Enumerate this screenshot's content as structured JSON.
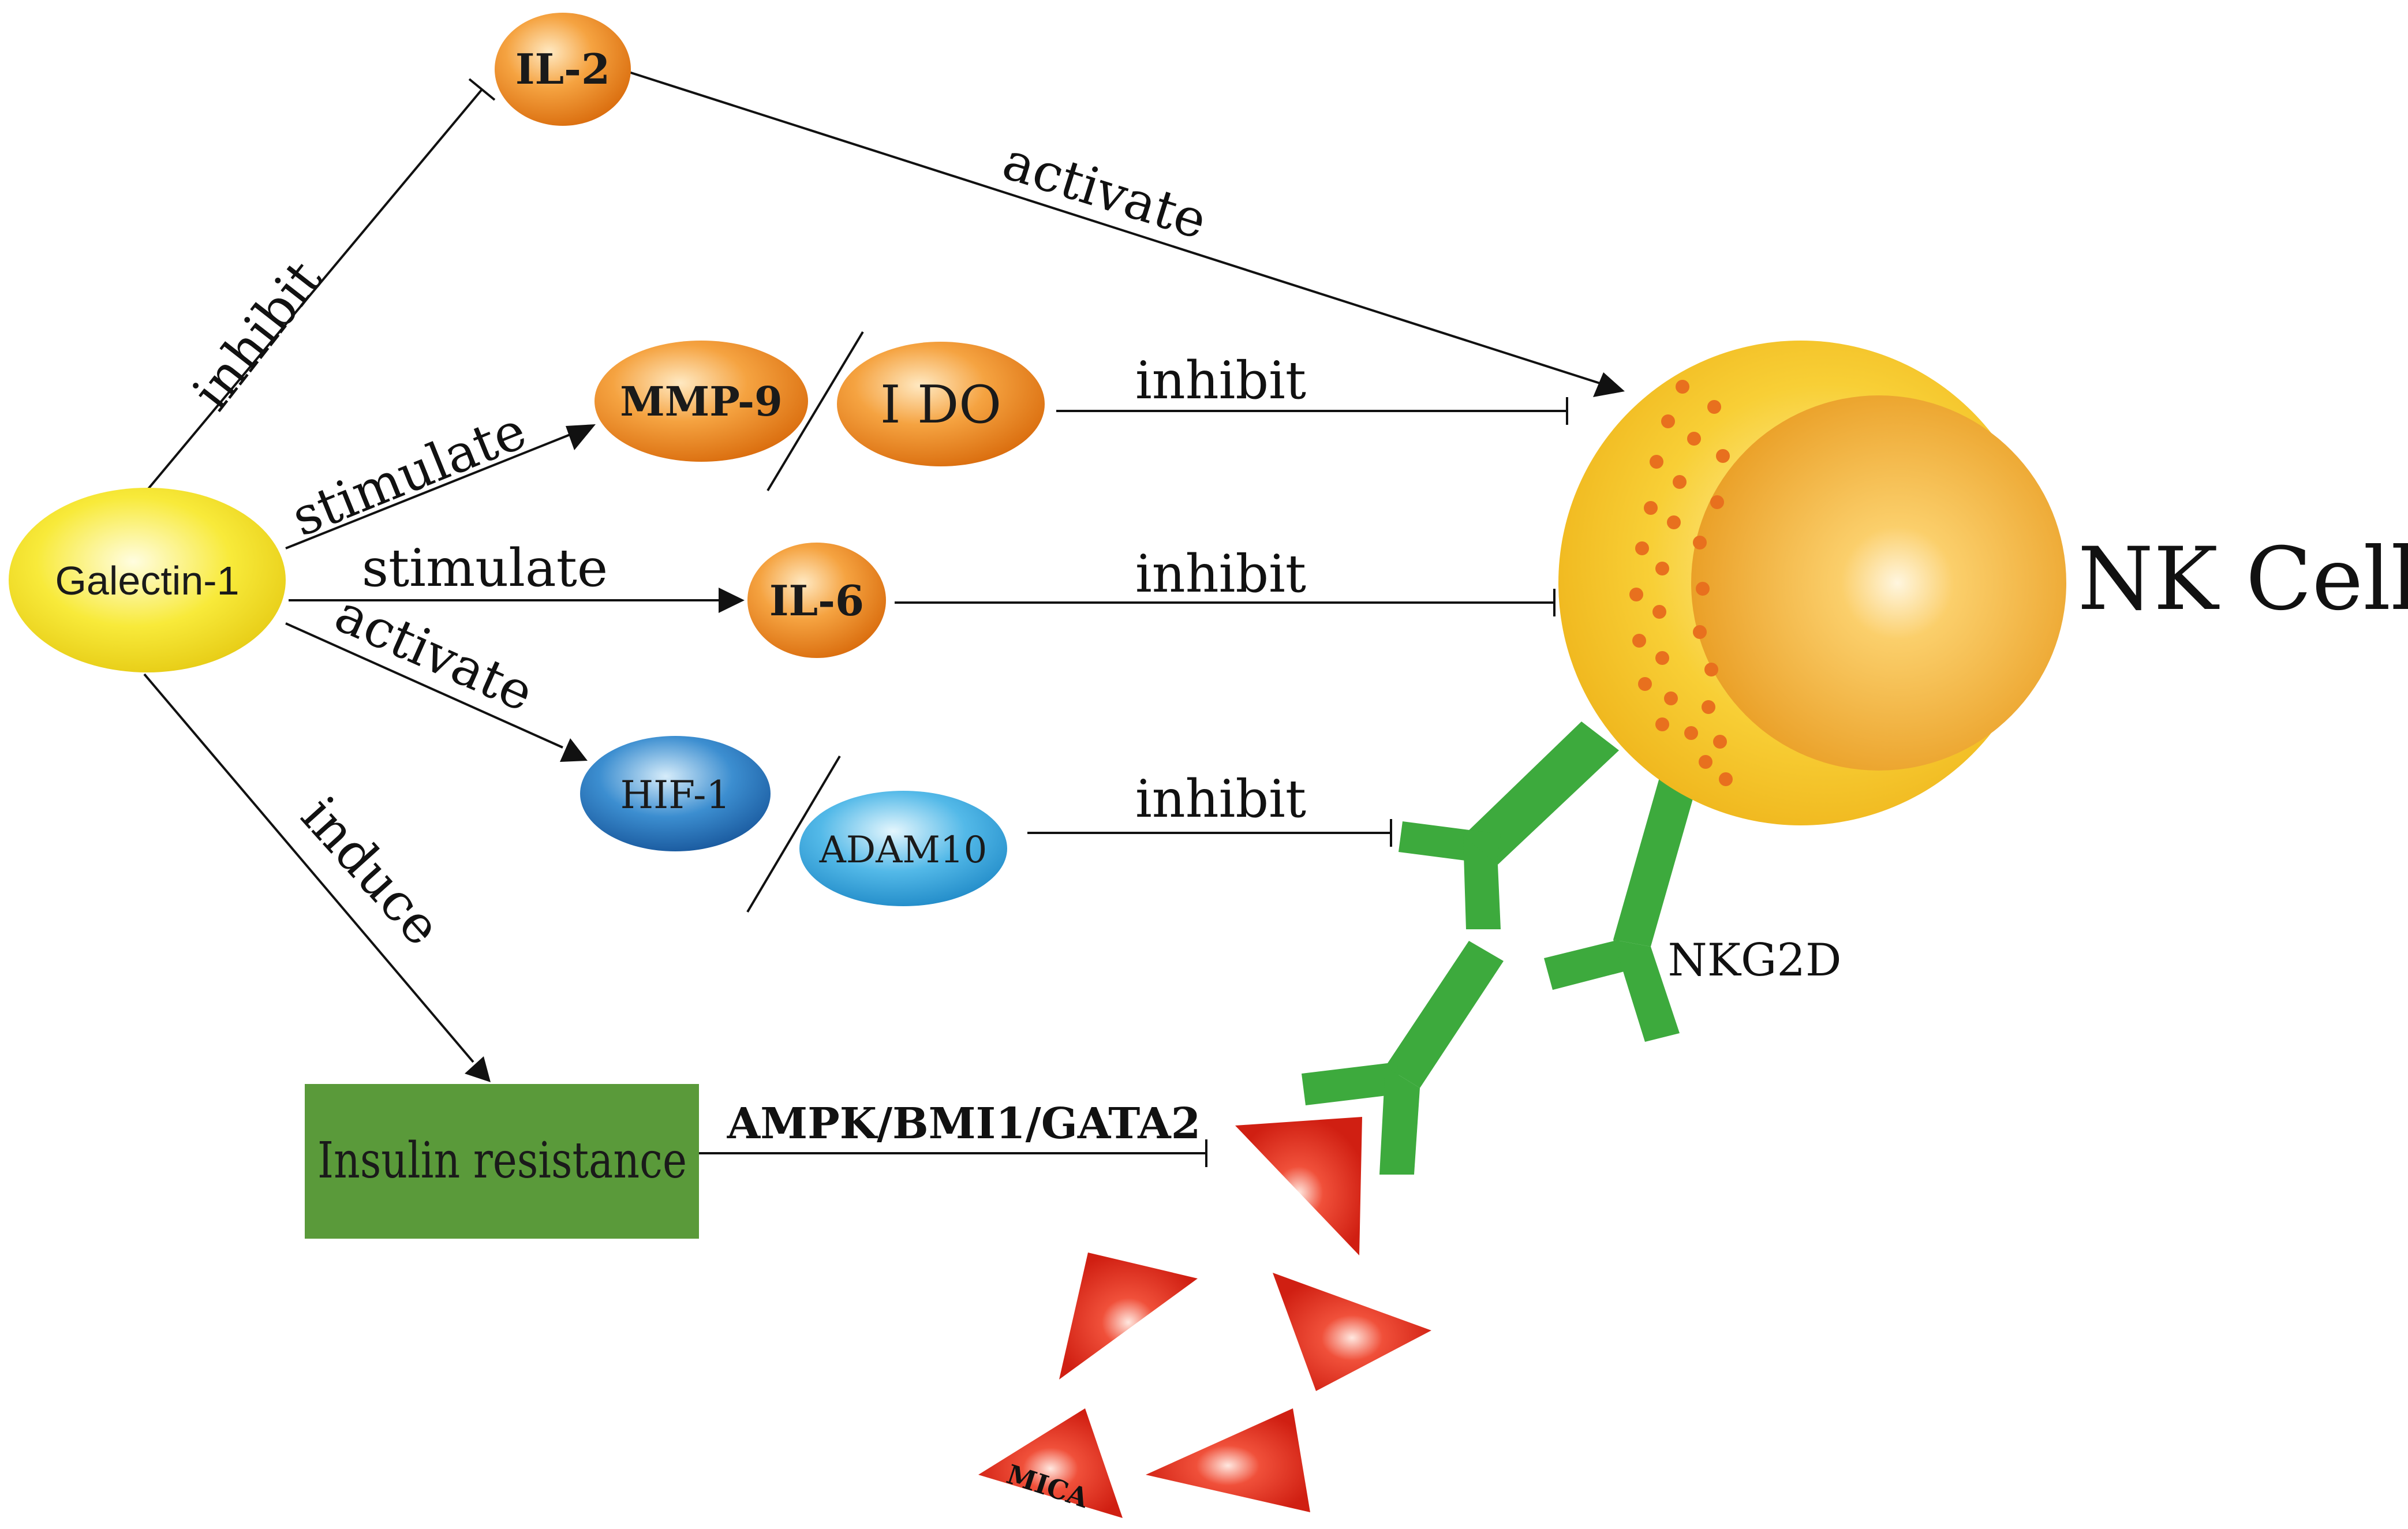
{
  "nodes": {
    "galectin": "Galectin-1",
    "il2": "IL-2",
    "mmp9": "MMP-9",
    "ido": "I DO",
    "il6": "IL-6",
    "hif1": "HIF-1",
    "adam10": "ADAM10",
    "insulin": "Insulin resistance",
    "nk_cell": "NK Cell",
    "nkg2d": "NKG2D",
    "mica": "MICA"
  },
  "edges": {
    "gal_il2": "inhibit",
    "il2_nk": "activate",
    "gal_mmp9": "stimulate",
    "ido_nk": "inhibit",
    "gal_il6": "stimulate",
    "il6_nk": "inhibit",
    "gal_hif1": "activate",
    "adam10_nkg2d": "inhibit",
    "gal_insulin": "induce",
    "insulin_mica": "AMPK/BMI1/GATA2"
  },
  "colors": {
    "orange_node": "#f08a1c",
    "galectin_node": "#f5e21a",
    "hif1_node": "#1f6fba",
    "adam10_node": "#2ea3dc",
    "insulin_box": "#5a9a3a",
    "nk_outer": "#f7c52a",
    "nk_nucleus": "#eea022",
    "granule": "#e8701e",
    "receptor": "#3daa3d",
    "mica_triangle": "#e02a1a"
  }
}
